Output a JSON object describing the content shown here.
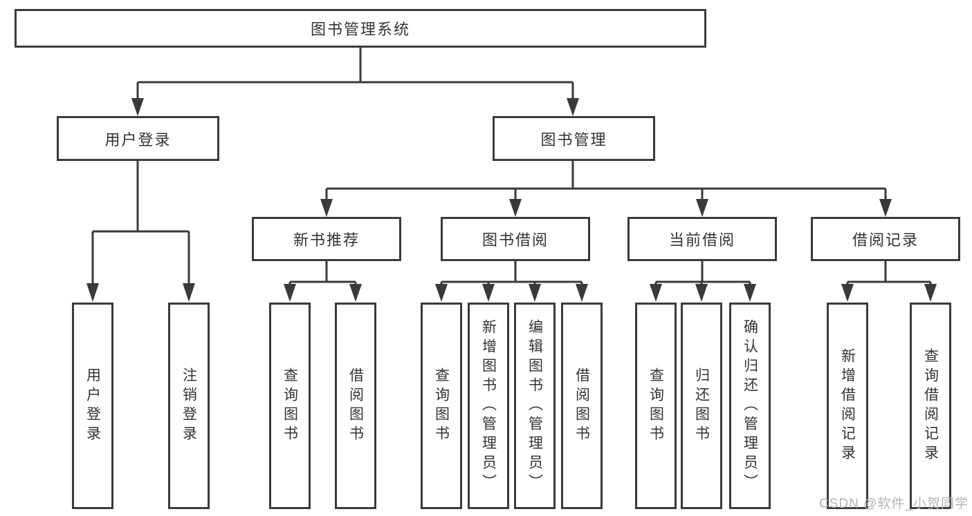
{
  "tree": {
    "root": {
      "label": "图书管理系统"
    },
    "branches": [
      {
        "label": "用户登录",
        "children": [
          {
            "label": "用户登录"
          },
          {
            "label": "注销登录"
          }
        ]
      },
      {
        "label": "图书管理",
        "children": [
          {
            "label": "新书推荐",
            "children": [
              {
                "label": "查询图书"
              },
              {
                "label": "借阅图书"
              }
            ]
          },
          {
            "label": "图书借阅",
            "children": [
              {
                "label": "查询图书"
              },
              {
                "label": "新增图书（管理员）"
              },
              {
                "label": "编辑图书（管理员）"
              },
              {
                "label": "借阅图书"
              }
            ]
          },
          {
            "label": "当前借阅",
            "children": [
              {
                "label": "查询图书"
              },
              {
                "label": "归还图书"
              },
              {
                "label": "确认归还（管理员）"
              }
            ]
          },
          {
            "label": "借阅记录",
            "children": [
              {
                "label": "新增借阅记录"
              },
              {
                "label": "查询借阅记录"
              }
            ]
          }
        ]
      }
    ]
  },
  "watermark": "CSDN @软件_小贺同学",
  "colors": {
    "line": "#3a3a3a",
    "box_border": "#3a3a3a",
    "text": "#333333",
    "watermark": "#b3b3b3",
    "background": "#ffffff"
  }
}
